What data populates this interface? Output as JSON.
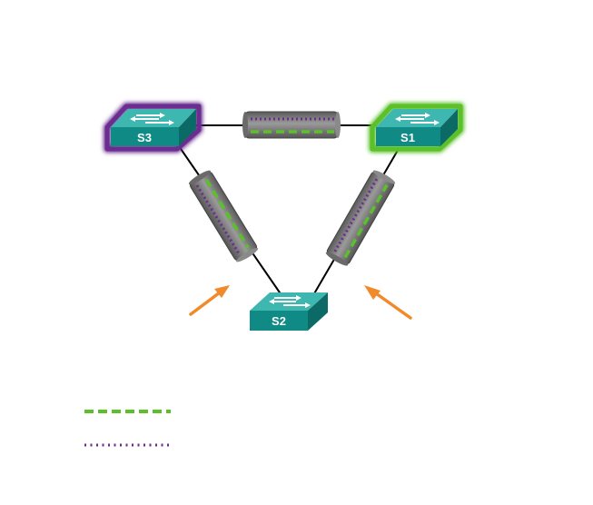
{
  "switches": {
    "s3": {
      "label": "S3",
      "role_color": "#6b2d8f"
    },
    "s1": {
      "label": "S1",
      "role_color": "#5cc02a"
    },
    "s2": {
      "label": "S2"
    }
  },
  "colors": {
    "switch_top": "#3fb7b1",
    "switch_front": "#0f8a85",
    "switch_side": "#0b6a66",
    "trunk": "#7d7d7d",
    "link": "#000000",
    "arrow": "#f08a2a",
    "vlan_green": "#5cc02a",
    "vlan_purple": "#6b2d8f"
  },
  "legend": [
    {
      "style": "dashed",
      "color": "#5cc02a"
    },
    {
      "style": "dotted",
      "color": "#6b2d8f"
    }
  ]
}
